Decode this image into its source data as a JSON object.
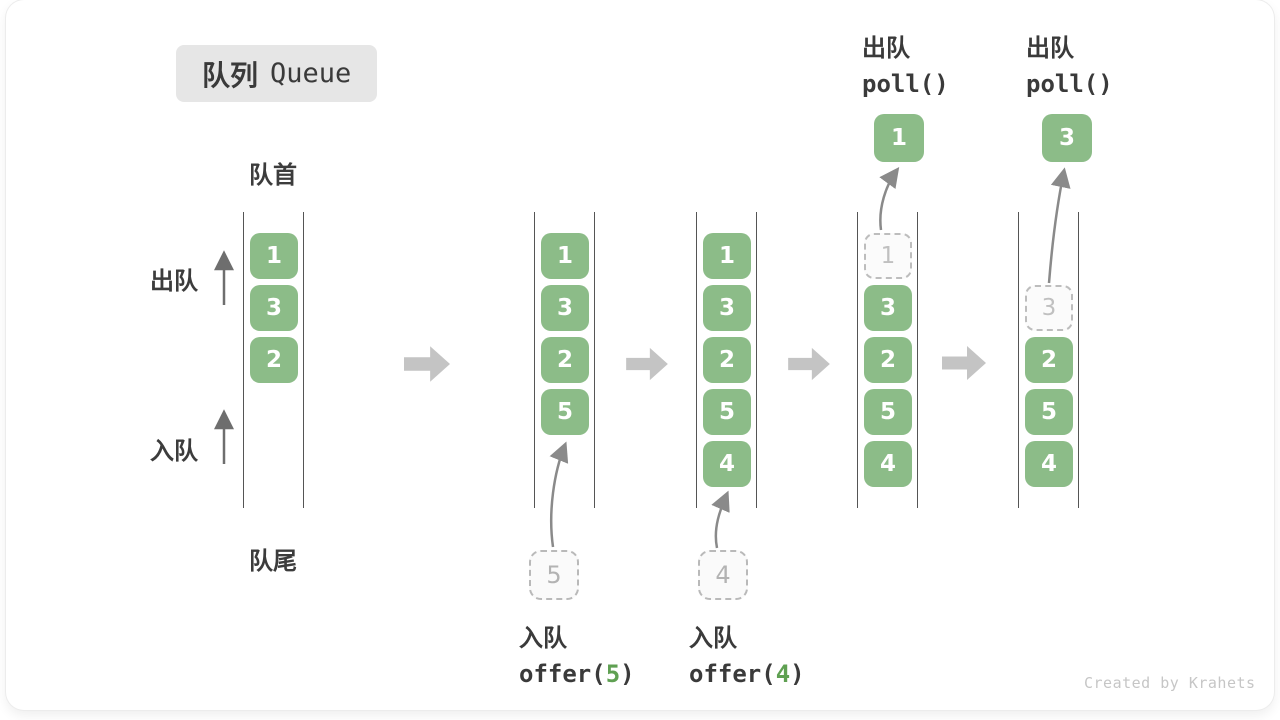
{
  "title": {
    "zh": "队列",
    "en": "Queue"
  },
  "side_labels": {
    "front": "队首",
    "rear": "队尾",
    "dequeue": "出队",
    "enqueue": "入队"
  },
  "watermark": "Created by Krahets",
  "colors": {
    "item_green": "#8cbc88",
    "code_arg_green": "#5fa052",
    "stage_arrow_gray": "#c4c4c4",
    "thin_arrow_gray": "#8a8a8a",
    "text_dark": "#3a3a3a",
    "dashed_gray": "#b9b9b9",
    "badge_bg": "#e6e6e6"
  },
  "stages": [
    {
      "name": "initial",
      "items": [
        "1",
        "3",
        "2"
      ]
    },
    {
      "name": "after-offer-5",
      "items": [
        "1",
        "3",
        "2",
        "5"
      ],
      "pending_value": "5",
      "op_label": "入队",
      "op_code_pre": "offer(",
      "op_arg": "5",
      "op_code_post": ")"
    },
    {
      "name": "after-offer-4",
      "items": [
        "1",
        "3",
        "2",
        "5",
        "4"
      ],
      "pending_value": "4",
      "op_label": "入队",
      "op_code_pre": "offer(",
      "op_arg": "4",
      "op_code_post": ")"
    },
    {
      "name": "after-poll-1",
      "removed": "1",
      "items": [
        "3",
        "2",
        "5",
        "4"
      ],
      "polled_value": "1",
      "op_label": "出队",
      "op_code": "poll()"
    },
    {
      "name": "after-poll-3",
      "removed": "3",
      "items": [
        "2",
        "5",
        "4"
      ],
      "polled_value": "3",
      "op_label": "出队",
      "op_code": "poll()"
    }
  ]
}
